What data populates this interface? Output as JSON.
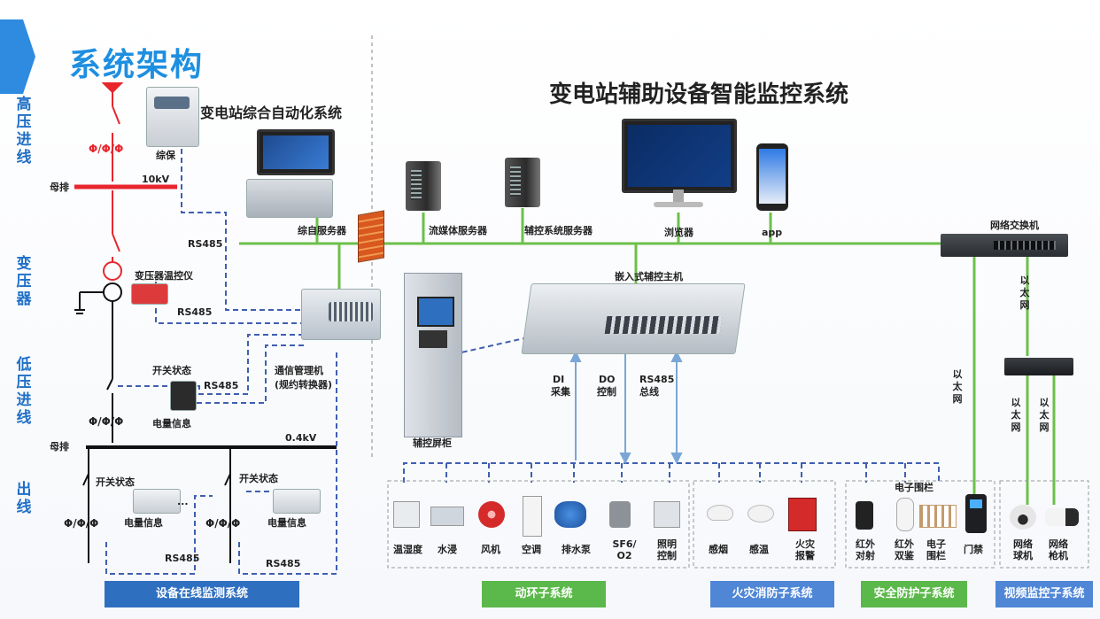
{
  "titles": {
    "main": "系统架构",
    "big": "变电站辅助设备智能监控系统",
    "sub": "变电站综合自动化系统"
  },
  "side_sections": [
    "高压进线",
    "变压器",
    "低压进线",
    "出线"
  ],
  "left_panel": {
    "zongbao": "综保",
    "muxian": "母排",
    "kv10": "10kV",
    "rs485_a": "RS485",
    "rs485_b": "RS485",
    "rs485_c": "RS485",
    "rs485_d": "RS485",
    "rs485_e": "RS485",
    "transformer_monitor": "变压器温控仪",
    "switch_state_1": "开关状态",
    "switch_state_2": "开关状态",
    "switch_state_3": "开关状态",
    "elec_info_1": "电量信息",
    "elec_info_2": "电量信息",
    "elec_info_3": "电量信息",
    "muxian2": "母排",
    "kv04": "0.4kV",
    "ellipsis": "...",
    "comm_manager_1": "通信管理机",
    "comm_manager_2": "(规约转换器)"
  },
  "network": {
    "zongzi_server": "综自服务器",
    "stream_server": "流媒体服务器",
    "aux_server": "辅控系统服务器",
    "browser": "浏览器",
    "app": "app",
    "switch": "网络交换机",
    "ethernet_1": "以太网",
    "ethernet_2": "以太网",
    "ethernet_3": "以太网",
    "ethernet_4": "以太网",
    "embedded_host": "嵌入式辅控主机",
    "cabinet": "辅控屏柜",
    "di_1": "DI",
    "di_2": "采集",
    "do_1": "DO",
    "do_2": "控制",
    "rs485bus_1": "RS485",
    "rs485bus_2": "总线",
    "electronic_fence_top": "电子围栏"
  },
  "devices": {
    "env": [
      "温湿度",
      "水浸",
      "风机",
      "空调",
      "排水泵",
      "SF6/\nO2",
      "照明\n控制"
    ],
    "fire": [
      "感烟",
      "感温",
      "火灾\n报警"
    ],
    "security": [
      "红外\n对射",
      "红外\n双鉴",
      "电子\n围栏",
      "门禁"
    ],
    "video": [
      "网络\n球机",
      "网络\n枪机"
    ]
  },
  "bottom_bars": {
    "online": "设备在线监测系统",
    "env": "动环子系统",
    "fire": "火灾消防子系统",
    "security": "安全防护子系统",
    "video": "视频监控子系统"
  },
  "colors": {
    "title_blue": "#1e8fe0",
    "side_blue": "#1f6fc6",
    "ethernet_green": "#6cc04a",
    "rs485_blue": "#3f5fb0",
    "bar_blue": "#2f6fc0",
    "bar_green": "#5bb84a",
    "power_red": "#e8262d"
  }
}
